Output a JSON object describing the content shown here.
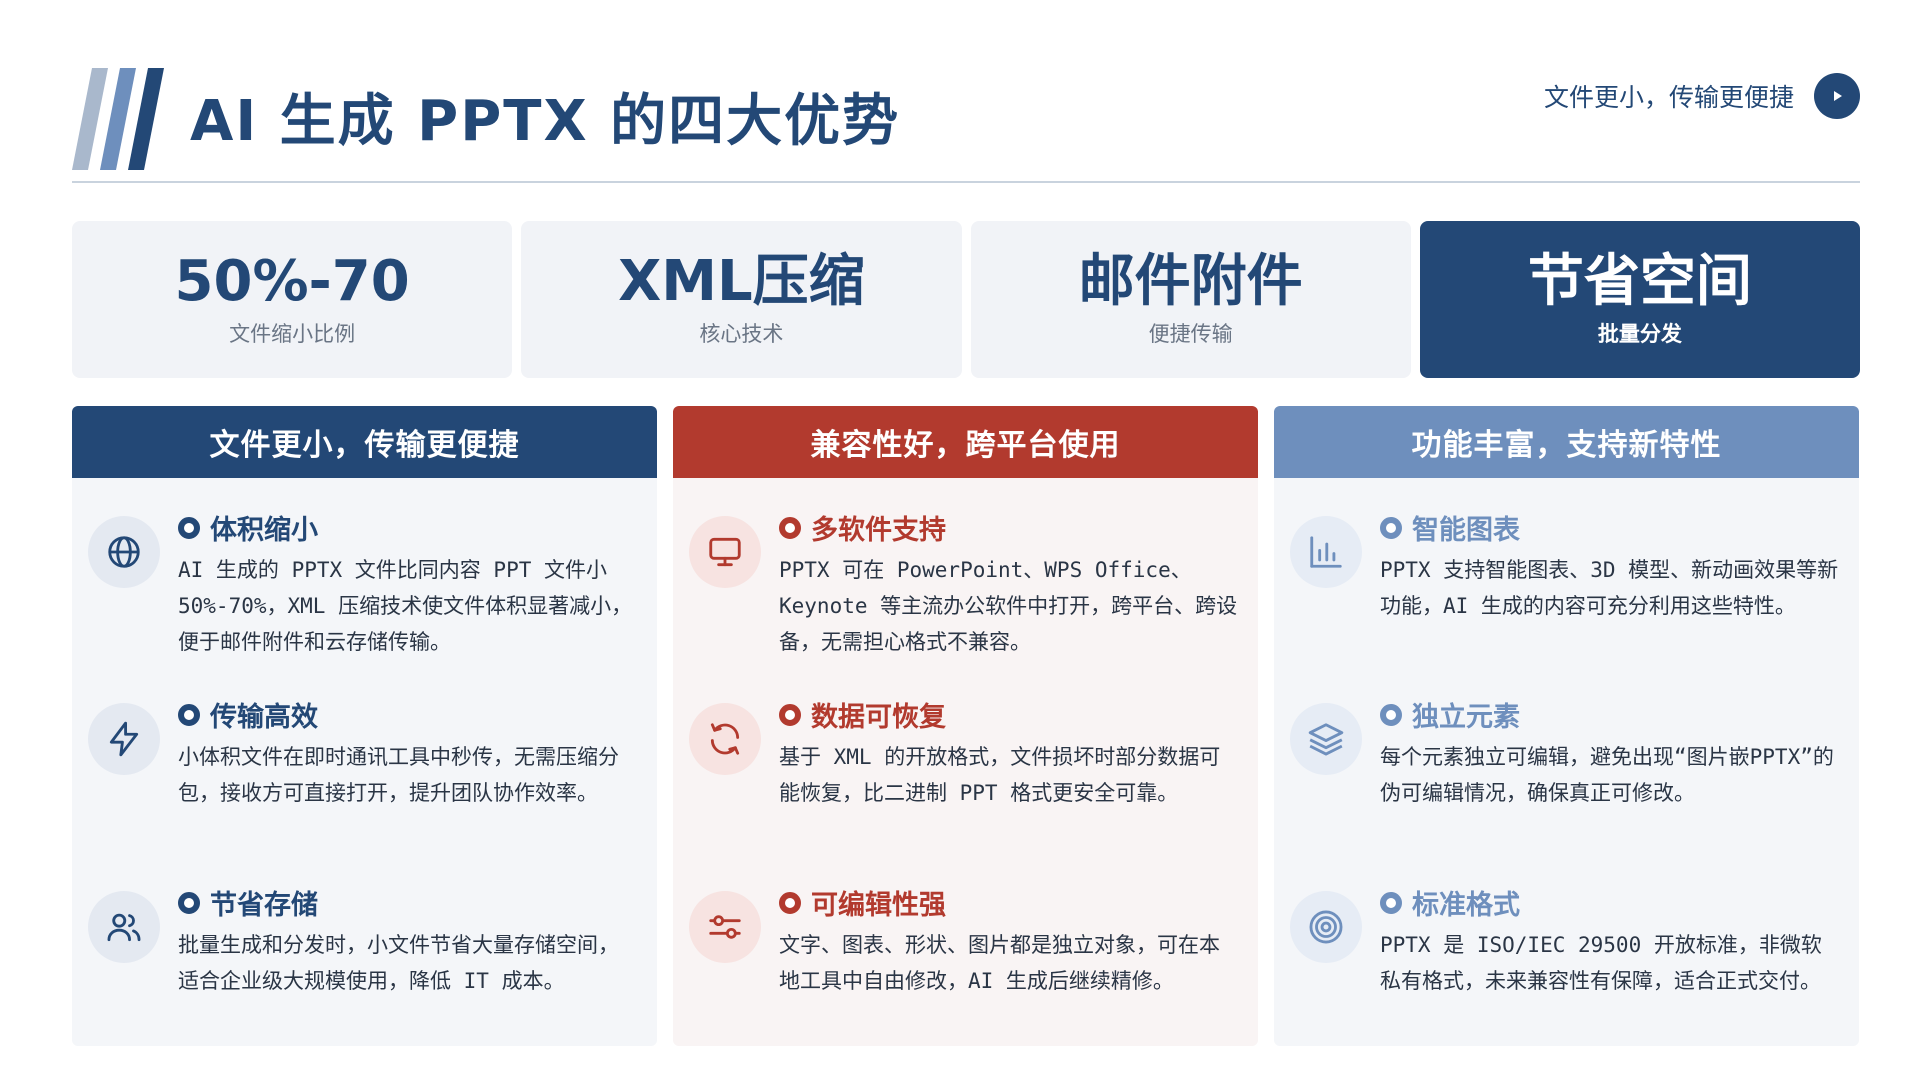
{
  "header": {
    "title": "AI 生成 PPTX 的四大优势",
    "subtitle": "文件更小，传输更便捷",
    "colors": {
      "primary": "#234876",
      "accent_red": "#b23a2e",
      "accent_blue": "#6e8fbd"
    }
  },
  "stats": [
    {
      "value": "50%-70",
      "label": "文件缩小比例"
    },
    {
      "value": "XML压缩",
      "label": "核心技术"
    },
    {
      "value": "邮件附件",
      "label": "便捷传输"
    },
    {
      "value": "节省空间",
      "label": "批量分发"
    }
  ],
  "columns": [
    {
      "heading": "文件更小，传输更便捷",
      "features": [
        {
          "icon": "globe-icon",
          "title": "体积缩小",
          "desc": "AI 生成的 PPTX 文件比同内容 PPT 文件小 50%-70%，XML 压缩技术使文件体积显著减小，便于邮件附件和云存储传输。"
        },
        {
          "icon": "lightning-icon",
          "title": "传输高效",
          "desc": "小体积文件在即时通讯工具中秒传，无需压缩分包，接收方可直接打开，提升团队协作效率。"
        },
        {
          "icon": "users-icon",
          "title": "节省存储",
          "desc": "批量生成和分发时，小文件节省大量存储空间，适合企业级大规模使用，降低 IT 成本。"
        }
      ]
    },
    {
      "heading": "兼容性好，跨平台使用",
      "features": [
        {
          "icon": "monitor-icon",
          "title": "多软件支持",
          "desc": "PPTX 可在 PowerPoint、WPS Office、Keynote 等主流办公软件中打开，跨平台、跨设备，无需担心格式不兼容。"
        },
        {
          "icon": "refresh-icon",
          "title": "数据可恢复",
          "desc": "基于 XML 的开放格式，文件损坏时部分数据可能恢复，比二进制 PPT 格式更安全可靠。"
        },
        {
          "icon": "sliders-icon",
          "title": "可编辑性强",
          "desc": "文字、图表、形状、图片都是独立对象，可在本地工具中自由修改，AI 生成后继续精修。"
        }
      ]
    },
    {
      "heading": "功能丰富，支持新特性",
      "features": [
        {
          "icon": "bar-chart-icon",
          "title": "智能图表",
          "desc": "PPTX 支持智能图表、3D 模型、新动画效果等新功能，AI 生成的内容可充分利用这些特性。"
        },
        {
          "icon": "layers-icon",
          "title": "独立元素",
          "desc": "每个元素独立可编辑，避免出现“图片嵌PPTX”的伪可编辑情况，确保真正可修改。"
        },
        {
          "icon": "target-icon",
          "title": "标准格式",
          "desc": "PPTX 是 ISO/IEC 29500 开放标准，非微软私有格式，未来兼容性有保障，适合正式交付。"
        }
      ]
    }
  ]
}
